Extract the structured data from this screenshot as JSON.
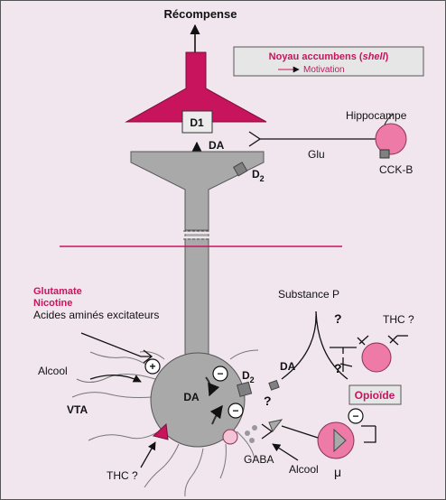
{
  "colors": {
    "background": "#f1e6ee",
    "accent": "#c8145d",
    "neuron_grey": "#a9a9a9",
    "pink_cell": "#ee7aa8",
    "line": "#111111"
  },
  "labels": {
    "reward": "Récompense",
    "nucleus_accumbens": "Noyau accumbens (",
    "nucleus_shell": "shell",
    "nucleus_close": ")",
    "motivation": "Motivation",
    "d1": "D1",
    "da_top": "DA",
    "d2_top_main": "D",
    "d2_top_sub": "2",
    "glu": "Glu",
    "hippocampus": "Hippocampe",
    "cckb": "CCK-B",
    "glutamate": "Glutamate",
    "nicotine": "Nicotine",
    "excitatory_amino_acids": "Acides aminés excitateurs",
    "alcohol_left": "Alcool",
    "vta": "VTA",
    "da_soma": "DA",
    "d2_soma_main": "D",
    "d2_soma_sub": "2",
    "da_right": "DA",
    "thc_bottom": "THC ?",
    "substance_p": "Substance P",
    "question_1": "?",
    "question_2": "?",
    "question_3": "?",
    "thc_right": "THC ?",
    "opioid": "Opioïde",
    "gaba": "GABA",
    "alcohol_bottom": "Alcool",
    "mu": "μ",
    "plus": "+",
    "minus": "−"
  }
}
